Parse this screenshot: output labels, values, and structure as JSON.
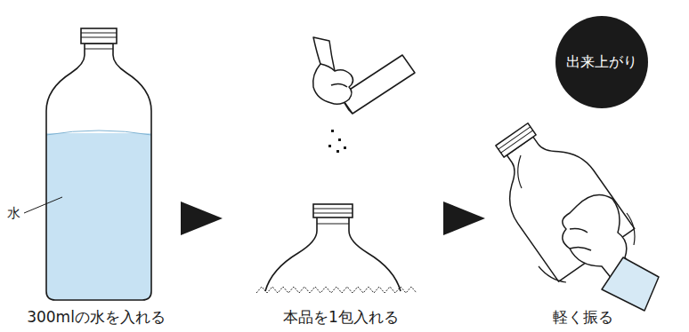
{
  "diagram": {
    "nodes": [
      {
        "text": [
          "出来上がり"
        ]
      }
    ],
    "labels": [
      "水",
      "300mlの水を入れる",
      "本品を1包入れる",
      "軽く振る"
    ]
  }
}
